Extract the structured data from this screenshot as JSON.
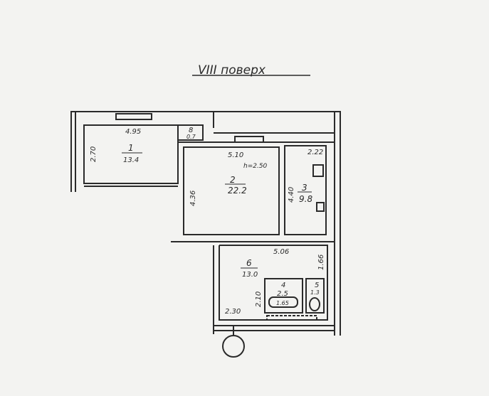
{
  "title": "VIII поверх",
  "ceiling_height": "h=2.50",
  "rooms": [
    {
      "number": "1",
      "area": "13.4",
      "dims": [
        "4.95",
        "2.70"
      ]
    },
    {
      "number": "2",
      "area": "22.2",
      "dims": [
        "5.10",
        "4.36"
      ]
    },
    {
      "number": "3",
      "area": "9.8",
      "dims": [
        "2.22",
        "4.40"
      ]
    },
    {
      "number": "4",
      "area": "2.5",
      "dims": [
        "1.65"
      ]
    },
    {
      "number": "5",
      "area": "1.3",
      "dims": []
    },
    {
      "number": "6",
      "area": "13.0",
      "dims": [
        "5.06",
        "1.66",
        "2.10",
        "2.30"
      ]
    },
    {
      "number": "8",
      "area": "0.7",
      "dims": []
    }
  ]
}
